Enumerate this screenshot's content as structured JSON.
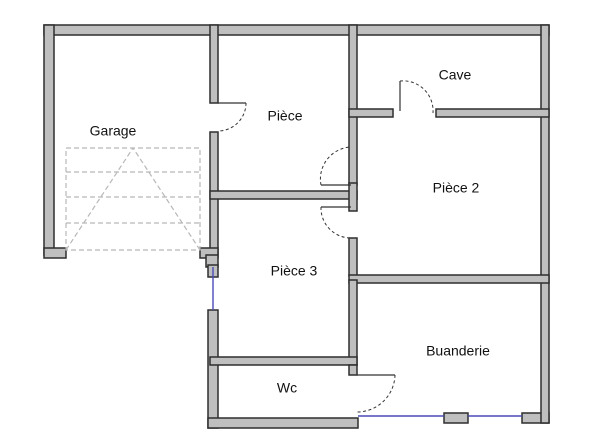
{
  "rooms": {
    "garage": "Garage",
    "piece": "Pièce",
    "cave": "Cave",
    "piece2": "Pièce 2",
    "piece3": "Pièce 3",
    "buanderie": "Buanderie",
    "wc": "Wc"
  },
  "colors": {
    "wall_fill": "#bfbfbf",
    "wall_outline": "#2e2e2e",
    "window": "#4a4ab8",
    "garage_door": "#b8b8b8"
  }
}
